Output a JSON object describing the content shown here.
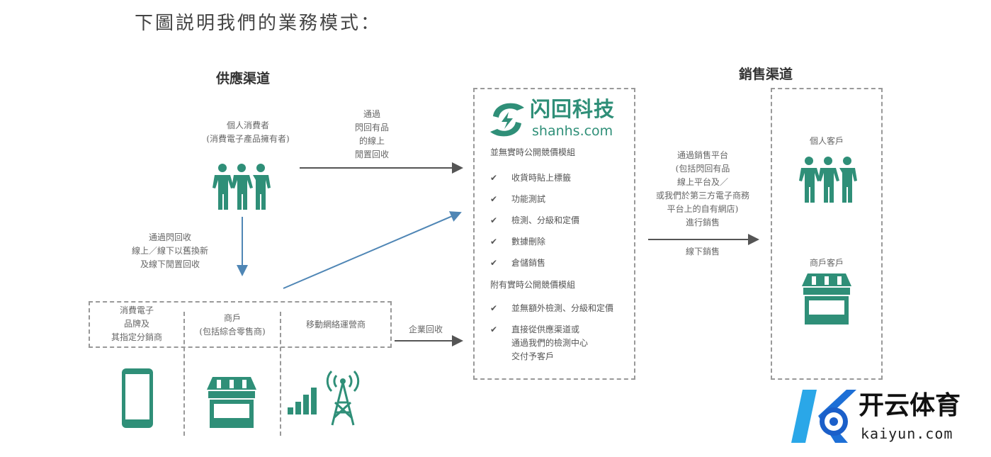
{
  "title": "下圖説明我們的業務模式：",
  "supply": {
    "heading": "供應渠道",
    "consumer": [
      "個人消費者",
      "(消費電子產品擁有者)"
    ],
    "to_center": [
      "通過",
      "閃回有品",
      "的線上",
      "閒置回收"
    ],
    "down": [
      "通過閃回收",
      "線上／線下以舊換新",
      "及線下閒置回收"
    ],
    "boxes": [
      [
        "消費電子",
        "品牌及",
        "其指定分銷商"
      ],
      [
        "商戶",
        "(包括綜合零售商)"
      ],
      [
        "移動網絡運營商"
      ]
    ],
    "enterprise": "企業回收"
  },
  "center": {
    "logo_cn": "闪回科技",
    "logo_en": "shanhs.com",
    "section1": "並無實時公開競價模組",
    "items1": [
      "收貨時貼上標籤",
      "功能測試",
      "檢測、分級和定價",
      "數據刪除",
      "倉儲銷售"
    ],
    "section2": "附有實時公開競價模組",
    "items2": [
      "並無額外檢測、分級和定價",
      "直接從供應渠道或",
      "通過我們的檢測中心",
      "交付予客戶"
    ],
    "check": "✔"
  },
  "sales": {
    "heading": "銷售渠道",
    "channel": [
      "通過銷售平台",
      "(包括閃回有品",
      "線上平台及／",
      "或我們於第三方電子商務",
      "平台上的自有網店)",
      "進行銷售"
    ],
    "offline": "線下銷售",
    "individual": "個人客戶",
    "merchant": "商戶客戶"
  },
  "watermark": {
    "cn": "开云体育",
    "en": "kaiyun.com"
  },
  "colors": {
    "teal": "#2f8f78",
    "arrow": "#555555",
    "blue_arrow": "#4f86b5"
  }
}
